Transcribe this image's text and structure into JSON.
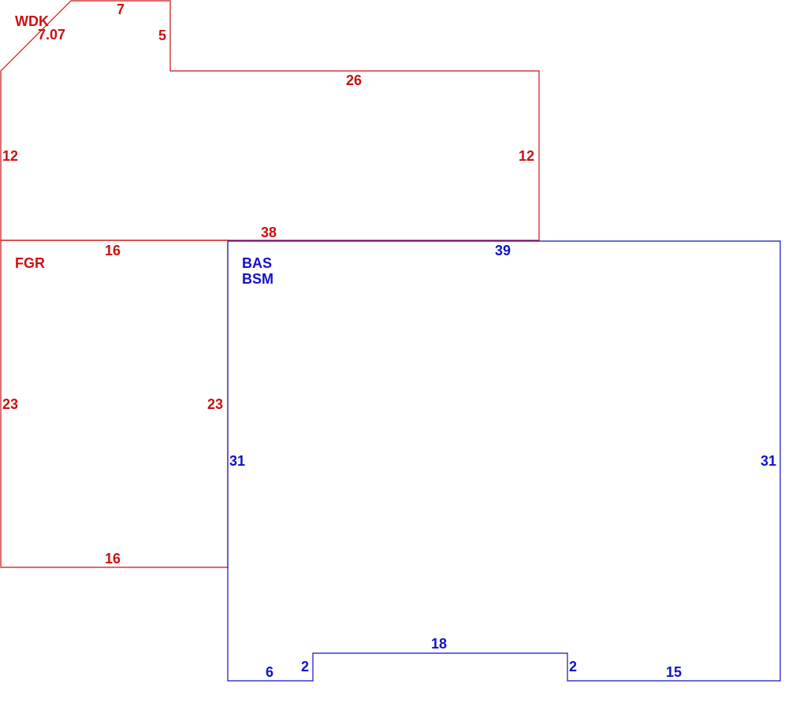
{
  "colors": {
    "upper_areas": "#cc1111",
    "main_area": "#1111cc",
    "background": "#ffffff"
  },
  "wdk": {
    "code": "WDK",
    "dims": {
      "diagonal": "7.07",
      "top": "7",
      "step": "5",
      "upper_right": "26",
      "left": "12",
      "right": "12",
      "bottom": "38"
    }
  },
  "fgr": {
    "code": "FGR",
    "dims": {
      "top": "16",
      "left": "23",
      "right": "23",
      "bottom": "16"
    }
  },
  "bas": {
    "codes": [
      "BAS",
      "BSM"
    ],
    "dims": {
      "top": "39",
      "left": "31",
      "right": "31",
      "bottom_left": "6",
      "notch_left": "2",
      "notch_top": "18",
      "notch_right": "2",
      "bottom_right": "15"
    }
  }
}
